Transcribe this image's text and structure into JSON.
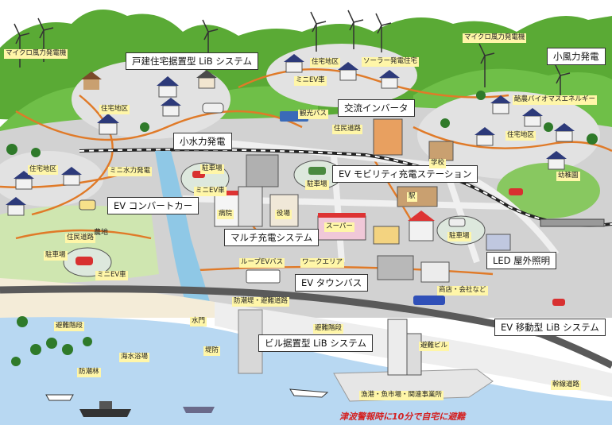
{
  "callouts": {
    "home_lib": "戸建住宅据置型 LiB システム",
    "small_wind": "小風力発電",
    "ac_inverter": "交流インバータ",
    "small_hydro": "小水力発電",
    "ev_mobility_station": "EV モビリティ充電ステーション",
    "ev_converter_car": "EV コンバートカー",
    "multi_charging": "マルチ充電システム",
    "led_lighting": "LED 屋外照明",
    "ev_town_bus": "EV タウンバス",
    "building_lib": "ビル据置型 LiB システム",
    "ev_mobile_lib": "EV 移動型 LiB システム"
  },
  "labels": {
    "micro_wind_left": "マイクロ風力発電機",
    "micro_wind_right": "マイクロ風力発電機",
    "residential_top": "住宅地区",
    "solar_house": "ソーラー発電住宅",
    "mini_ev_top": "ミニEV車",
    "residential_mid": "住宅地区",
    "sightseeing_bus": "観光バス",
    "residential_road": "住民道路",
    "biomass": "酪農バイオマスエネルギー",
    "residential_right": "住宅地区",
    "kindergarten": "幼稚園",
    "residential_left": "住宅地区",
    "mini_hydro_gen": "ミニ水力発電",
    "parking_1": "駐車場",
    "mini_ev_2": "ミニEV車",
    "parking_2": "駐車場",
    "school": "学校",
    "station": "駅",
    "supermarket": "スーパー",
    "parking_3": "駐車場",
    "hospital": "病院",
    "public_office": "役場",
    "residential_road_2": "住民道路",
    "farmland": "農地",
    "parking_4": "駐車場",
    "mini_ev_3": "ミニEV車",
    "loop_ev_bus": "ループEVバス",
    "work_area": "ワークエリア",
    "shops": "商店・会社など",
    "evacuation_road": "防潮堤・避難道路",
    "evacuation_stairs": "避難階段",
    "sluice": "水門",
    "evacuation_tower": "避難階段",
    "seawall": "堤防",
    "beach": "海水浴場",
    "evacuation_building": "避難ビル",
    "windbreak": "防潮林",
    "fishing_port": "漁港・魚市場・関連事業所",
    "coastal_road": "幹線道路"
  },
  "warning": "津波警報時に10分で自宅に避難",
  "colors": {
    "sky": "#ffffff",
    "mountain": "#5aaa35",
    "hill": "#6fbf48",
    "ground": "#d2d2d2",
    "road": "#f0f0f0",
    "path": "#e07a28",
    "river": "#8fc8e6",
    "sea": "#b8d8f2",
    "beach": "#f4ecd8",
    "highway": "#5a5a5a",
    "warning_text": "#d42020",
    "tag_bg": "#fff6a8"
  },
  "icons": [
    "wind-turbine-icon",
    "house-icon",
    "car-icon",
    "bus-icon",
    "building-icon",
    "tree-icon",
    "ship-icon",
    "train-icon"
  ]
}
